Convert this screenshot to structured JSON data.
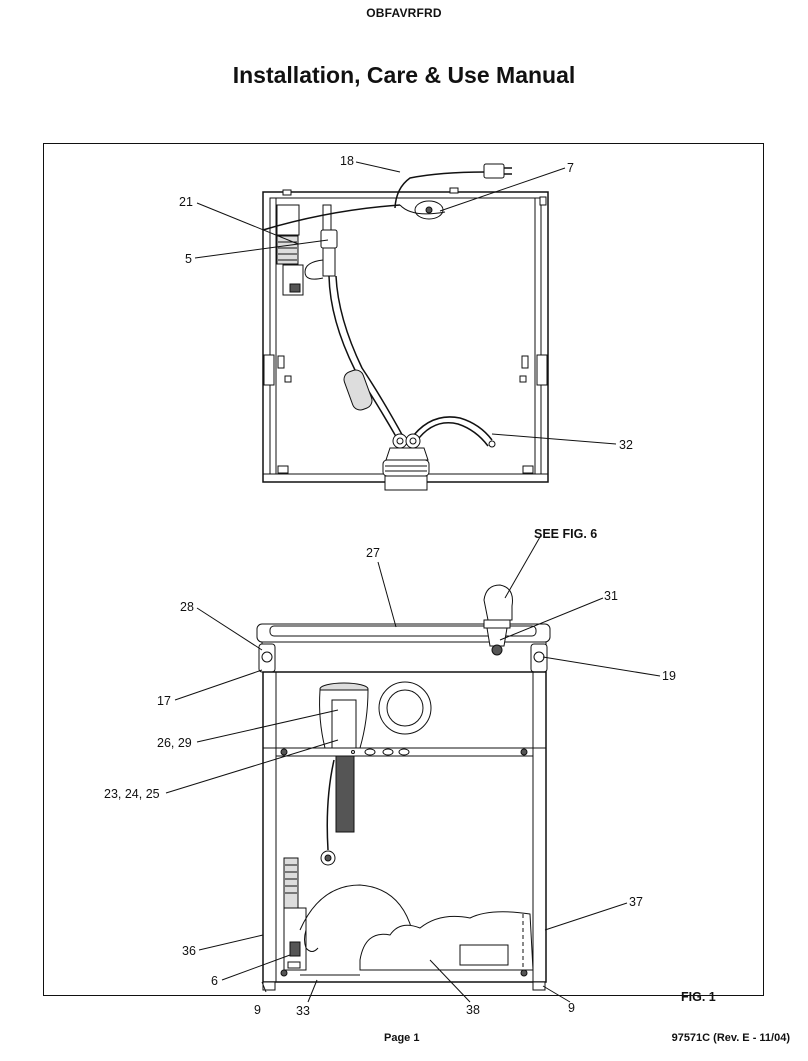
{
  "header": {
    "model": "OBFAVRFRD",
    "title": "Installation, Care & Use Manual"
  },
  "figure": {
    "see_fig_note": "SEE FIG. 6",
    "fig_label": "FIG. 1",
    "callouts": {
      "c18": "18",
      "c7": "7",
      "c21": "21",
      "c5": "5",
      "c32": "32",
      "c27": "27",
      "c31": "31",
      "c28": "28",
      "c19": "19",
      "c17": "17",
      "c26_29": "26, 29",
      "c23_24_25": "23, 24, 25",
      "c37": "37",
      "c36": "36",
      "c6": "6",
      "c9_left": "9",
      "c33": "33",
      "c38": "38",
      "c9_right": "9"
    }
  },
  "footer": {
    "page": "Page 1",
    "doc_number": "97571C (Rev. E - 11/04)"
  }
}
